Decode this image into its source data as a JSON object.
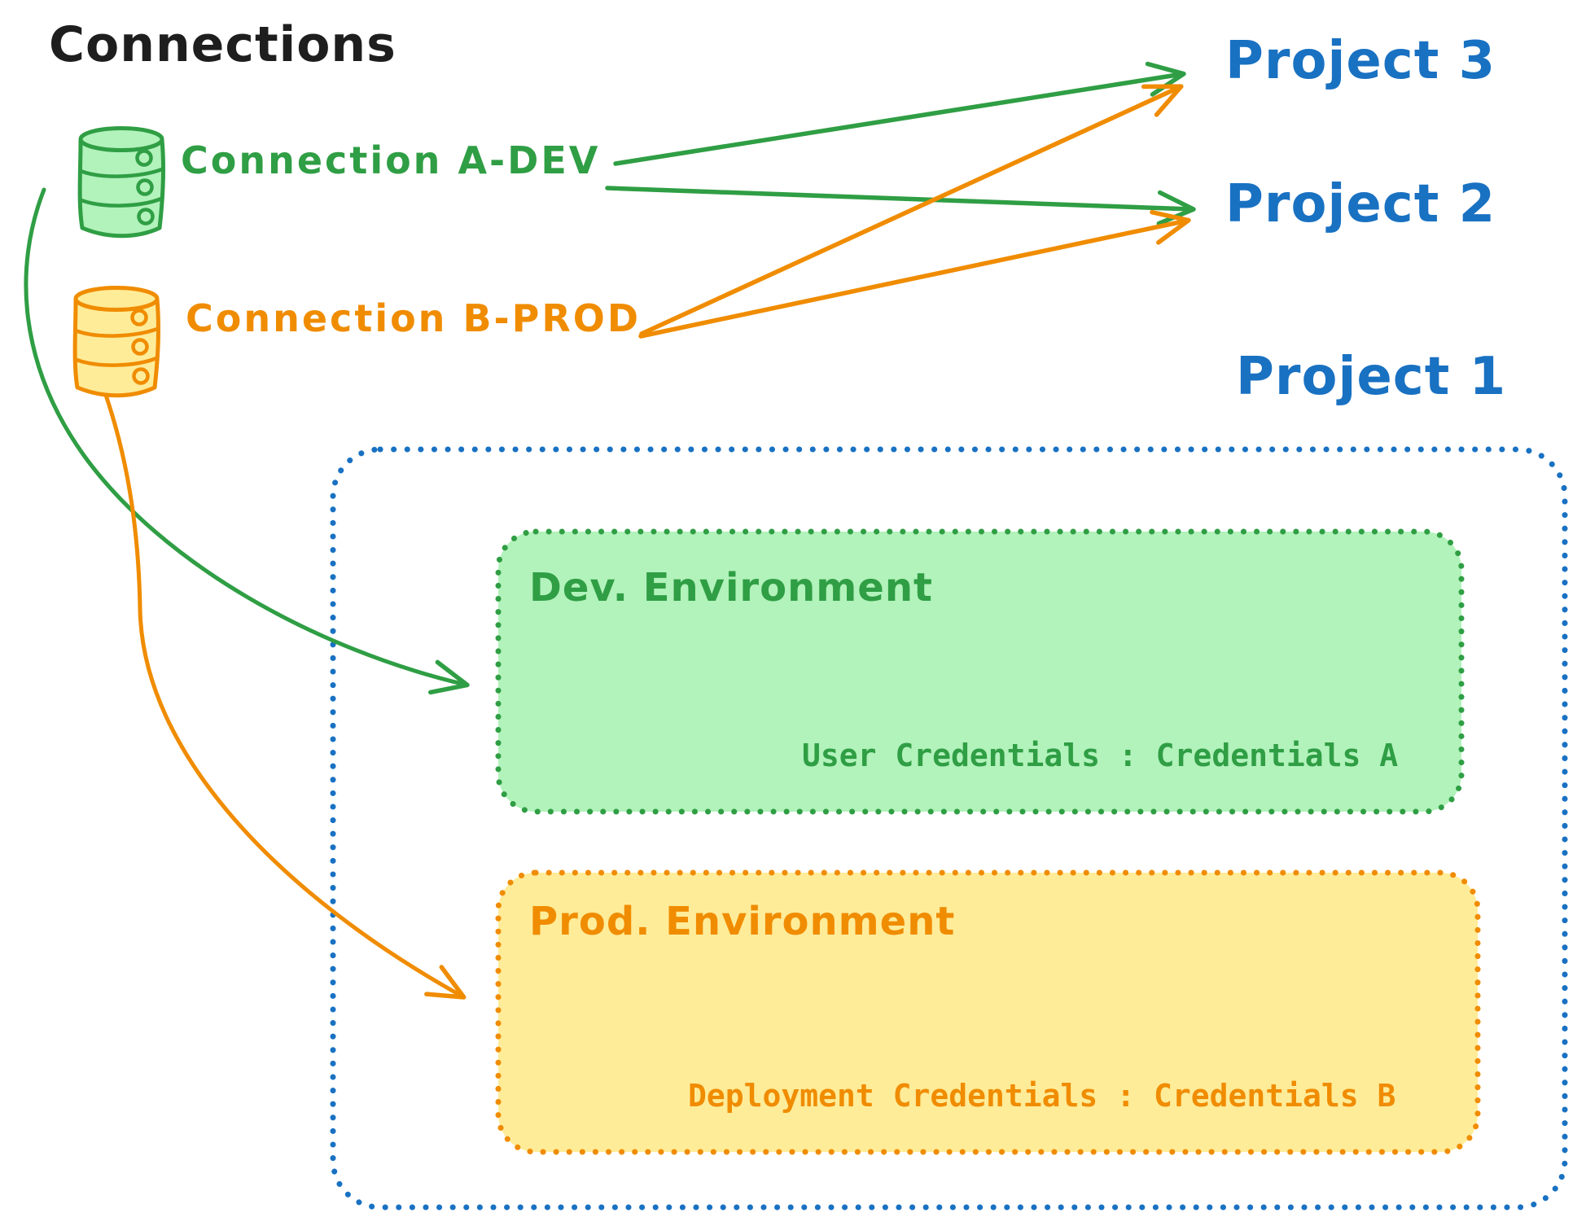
{
  "title": "Connections",
  "palette": {
    "text_black": "#1e1e1e",
    "green_stroke": "#2f9e44",
    "green_fill": "#b2f2bb",
    "orange_stroke": "#f08c00",
    "orange_fill": "#ffec99",
    "blue_stroke": "#1971c2",
    "background": "#ffffff"
  },
  "connections": [
    {
      "label": "Connection A-DEV",
      "color": "#2f9e44",
      "icon": "database-icon"
    },
    {
      "label": "Connection B-PROD",
      "color": "#f08c00",
      "icon": "database-icon"
    }
  ],
  "projects": [
    {
      "label": "Project 3"
    },
    {
      "label": "Project 2"
    },
    {
      "label": "Project 1"
    }
  ],
  "project1": {
    "environments": [
      {
        "title": "Dev. Environment",
        "credentials": "User Credentials : Credentials A",
        "stroke": "#2f9e44",
        "fill": "#b2f2bb"
      },
      {
        "title": "Prod. Environment",
        "credentials": "Deployment Credentials : Credentials B",
        "stroke": "#f08c00",
        "fill": "#ffec99"
      }
    ]
  },
  "arrows": [
    {
      "from": "Connection A-DEV",
      "to": "Project 3",
      "color": "#2f9e44",
      "style": "straight"
    },
    {
      "from": "Connection A-DEV",
      "to": "Project 2",
      "color": "#2f9e44",
      "style": "straight"
    },
    {
      "from": "Connection B-PROD",
      "to": "Project 3",
      "color": "#f08c00",
      "style": "straight"
    },
    {
      "from": "Connection B-PROD",
      "to": "Project 2",
      "color": "#f08c00",
      "style": "straight"
    },
    {
      "from": "Connection A-DEV",
      "to": "Project 1 Dev. Environment",
      "color": "#2f9e44",
      "style": "curved"
    },
    {
      "from": "Connection B-PROD",
      "to": "Project 1 Prod. Environment",
      "color": "#f08c00",
      "style": "curved"
    }
  ]
}
